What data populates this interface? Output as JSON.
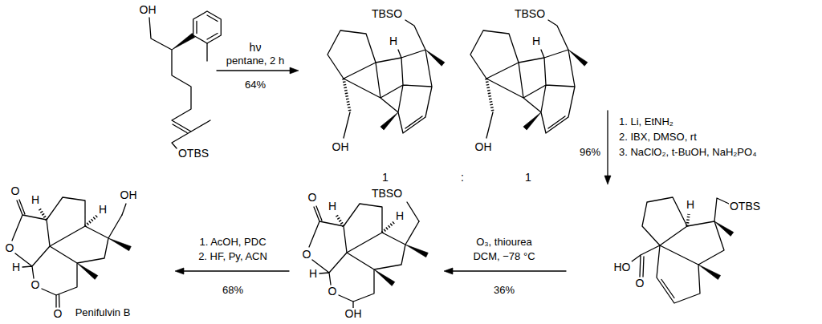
{
  "diagram": {
    "labels": [
      "OH",
      "OTBS",
      "hν",
      "pentane, 2 h",
      "64%",
      "TBSO",
      "H",
      "OH",
      "TBSO",
      "H",
      "OH",
      "1",
      ":",
      "1",
      "96%",
      "1. Li, EtNH₂",
      "2. IBX, DMSO, rt",
      "3. NaClO₂, t-BuOH, NaH₂PO₄",
      "H",
      "OTBS",
      "HO",
      "O",
      "TBSO",
      "O",
      "H",
      "H",
      "O",
      "H",
      "O",
      "OH",
      "O₃, thiourea",
      "DCM, −78 °C",
      "36%",
      "O",
      "H",
      "H",
      "OH",
      "O",
      "H",
      "O",
      "O",
      "Penifulvin B",
      "1. AcOH, PDC",
      "2. HF, Py, ACN",
      "68%"
    ]
  }
}
